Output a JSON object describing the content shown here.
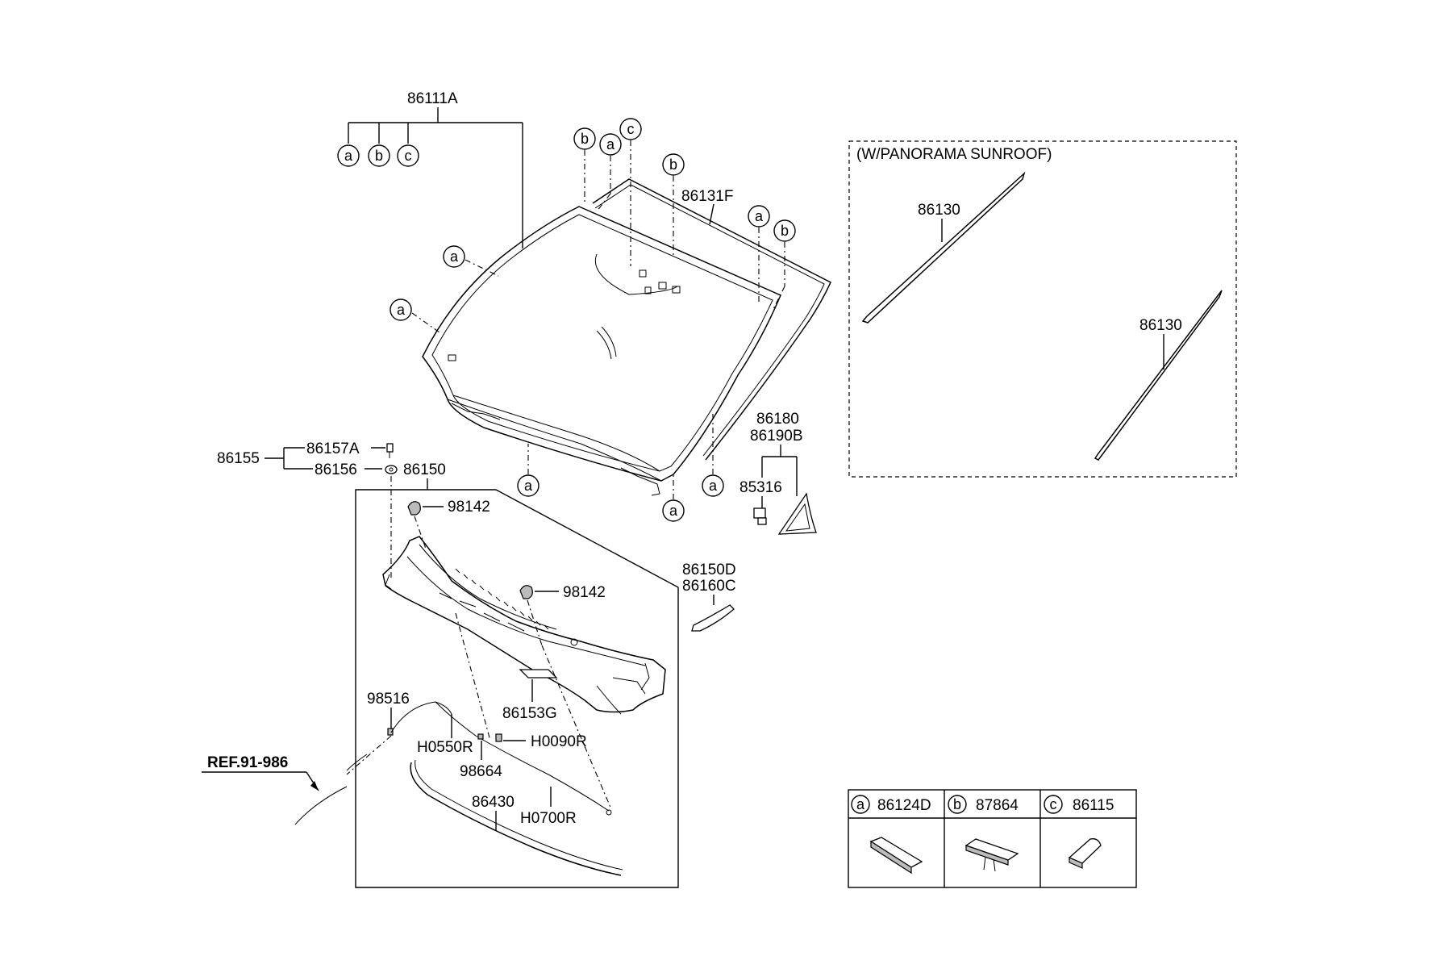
{
  "labels": {
    "windshield_glass": "86111A",
    "windshield_molding_top": "86131F",
    "roof_molding_left": "86130",
    "roof_molding_right": "86130",
    "delta_cover_1": "86180",
    "delta_cover_2": "86190B",
    "clip": "85316",
    "assembly": "86155",
    "bolt": "86157A",
    "nut": "86156",
    "cowl_panel": "86150",
    "grommet_left": "98142",
    "grommet_right": "98142",
    "cowl_trim_1": "86150D",
    "cowl_trim_2": "86160C",
    "pad": "86153G",
    "nozzle": "98516",
    "hose_1": "H0550R",
    "connector": "98664",
    "hose_2": "H0090R",
    "hose_3": "H0700R",
    "weatherstrip": "86430"
  },
  "panorama_box": {
    "title": "(W/PANORAMA SUNROOF)"
  },
  "reference": "REF.91-986",
  "callouts": {
    "a": "a",
    "b": "b",
    "c": "c"
  },
  "legend": {
    "items": [
      {
        "letter": "a",
        "part": "86124D"
      },
      {
        "letter": "b",
        "part": "87864"
      },
      {
        "letter": "c",
        "part": "86115"
      }
    ]
  }
}
